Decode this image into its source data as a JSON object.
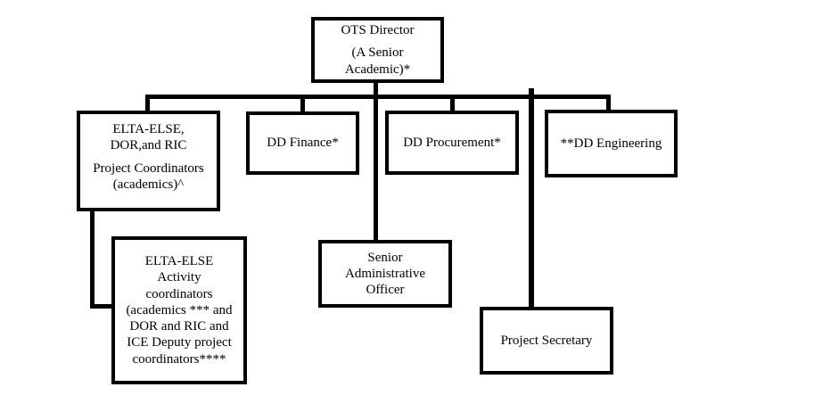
{
  "diagram": {
    "type": "org-chart",
    "colors": {
      "line": "#000000",
      "box_border": "#000000",
      "background": "#ffffff",
      "text": "#000000"
    },
    "nodes": {
      "ots_director": {
        "title": "OTS Director",
        "subtitle": "(A Senior\nAcademic)*"
      },
      "project_coordinators": {
        "title": "ELTA-ELSE,\nDOR,and RIC",
        "subtitle": "Project Coordinators\n(academics)^"
      },
      "dd_finance": {
        "title": "DD Finance*"
      },
      "dd_procurement": {
        "title": "DD Procurement*"
      },
      "dd_engineering": {
        "title": "**DD Engineering"
      },
      "activity_coordinators": {
        "title": "ELTA-ELSE\nActivity\ncoordinators\n(academics *** and\nDOR and RIC and\nICE Deputy project\ncoordinators****"
      },
      "senior_admin_officer": {
        "title": "Senior\nAdministrative\nOfficer"
      },
      "project_secretary": {
        "title": "Project Secretary"
      }
    }
  }
}
